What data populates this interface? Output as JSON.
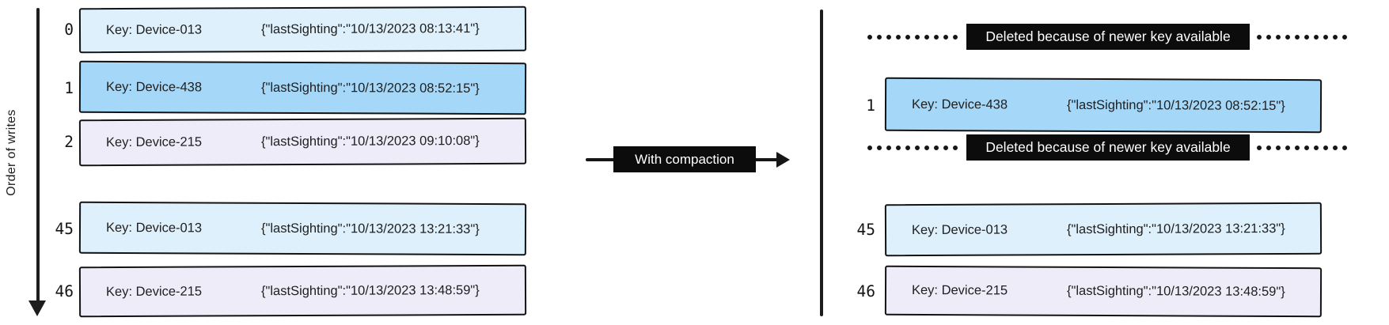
{
  "diagram": {
    "axis_label": "Order of writes",
    "arrow_label": "With compaction"
  },
  "left_log": {
    "rows": [
      {
        "seq": "0",
        "key": "Key: Device-013",
        "value": "{\"lastSighting\":\"10/13/2023 08:13:41\"}"
      },
      {
        "seq": "1",
        "key": "Key: Device-438",
        "value": "{\"lastSighting\":\"10/13/2023 08:52:15\"}"
      },
      {
        "seq": "2",
        "key": "Key: Device-215",
        "value": "{\"lastSighting\":\"10/13/2023 09:10:08\"}"
      },
      {
        "seq": "45",
        "key": "Key: Device-013",
        "value": "{\"lastSighting\":\"10/13/2023 13:21:33\"}"
      },
      {
        "seq": "46",
        "key": "Key: Device-215",
        "value": "{\"lastSighting\":\"10/13/2023 13:48:59\"}"
      }
    ]
  },
  "right_log": {
    "deleted_rows": [
      {
        "label": "Deleted because of newer key available"
      },
      {
        "label": "Deleted because of newer key available"
      }
    ],
    "rows": [
      {
        "seq": "1",
        "key": "Key: Device-438",
        "value": "{\"lastSighting\":\"10/13/2023 08:52:15\"}"
      },
      {
        "seq": "45",
        "key": "Key: Device-013",
        "value": "{\"lastSighting\":\"10/13/2023 13:21:33\"}"
      },
      {
        "seq": "46",
        "key": "Key: Device-215",
        "value": "{\"lastSighting\":\"10/13/2023 13:48:59\"}"
      }
    ]
  },
  "colors": {
    "record_light_blue": "#def0fb",
    "record_highlight_blue": "#a5d8f8",
    "record_lavender": "#efecfa",
    "label_black": "#0c0c0c",
    "ink": "#1a1a1a"
  }
}
